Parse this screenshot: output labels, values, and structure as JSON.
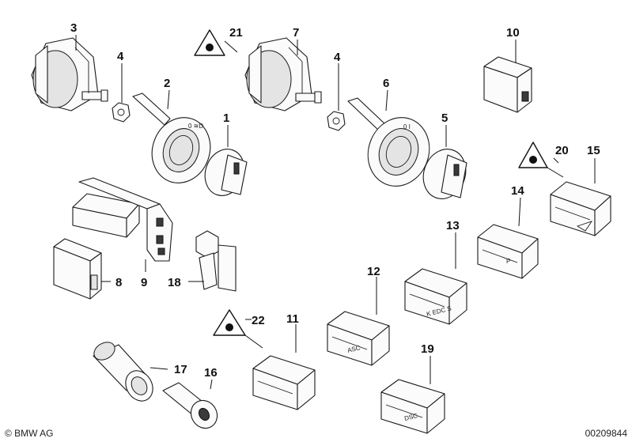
{
  "footer": {
    "brand": "© BMW AG",
    "doc_number": "00209844"
  },
  "callouts": {
    "c1": "1",
    "c2": "2",
    "c3": "3",
    "c4a": "4",
    "c4b": "4",
    "c5": "5",
    "c6": "6",
    "c7": "7",
    "c8": "8",
    "c9": "9",
    "c10": "10",
    "c11": "11",
    "c12": "12",
    "c13": "13",
    "c14": "14",
    "c15": "15",
    "c16": "16",
    "c17": "17",
    "c18": "18",
    "c19": "19",
    "c20": "20",
    "c21": "21",
    "c22": "22"
  },
  "switch_labels": {
    "asc": "ASC",
    "dsc": "DSC",
    "edc": "K EDC S",
    "p": "P"
  },
  "icons": {
    "warning": "warning-triangle-icon",
    "symbol": "vehicle-skid-symbol"
  }
}
